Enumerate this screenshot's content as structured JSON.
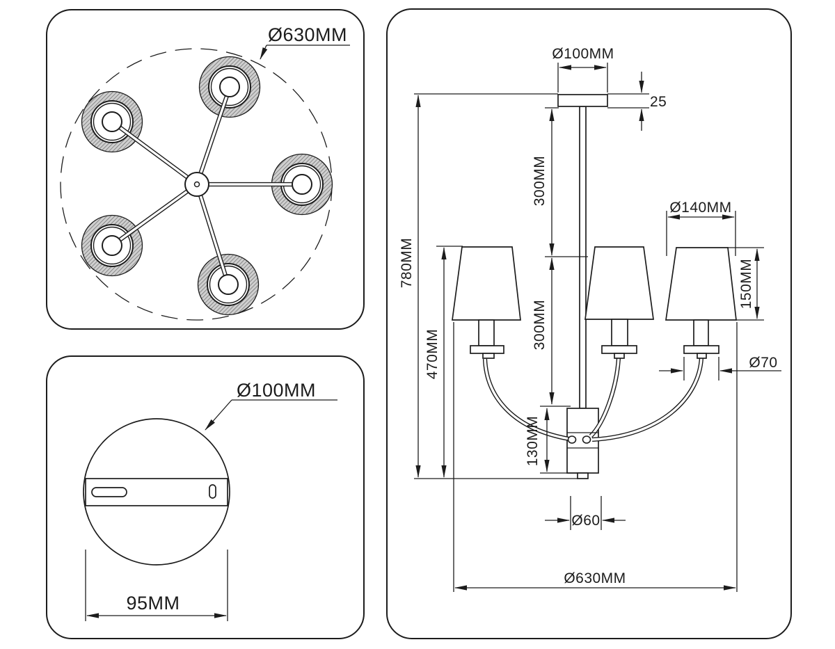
{
  "top_view": {
    "diameter_label": "Ø630MM"
  },
  "mount_view": {
    "diameter_label": "Ø100MM",
    "plate_width_label": "95MM"
  },
  "side_view": {
    "canopy_diameter_label": "Ø100MM",
    "canopy_thickness_label": "25",
    "upper_rod_label": "300MM",
    "lower_rod_label": "300MM",
    "overall_height_label": "780MM",
    "fixture_height_label": "470MM",
    "body_height_label": "130MM",
    "shade_diameter_label": "Ø140MM",
    "shade_height_label": "150MM",
    "collar_diameter_label": "Ø70",
    "body_diameter_label": "Ø60",
    "overall_width_label": "Ø630MM"
  },
  "style": {
    "line_color": "#1c1c1c",
    "background": "#ffffff",
    "hatch_bg": "#cfcfcf",
    "hatch_line_color": "#6a6a6a"
  }
}
